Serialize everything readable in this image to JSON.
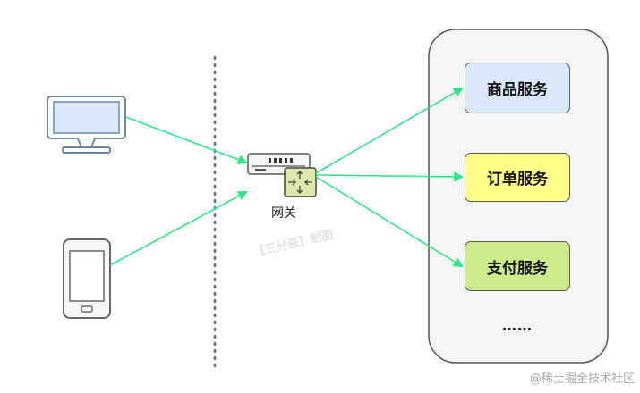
{
  "gateway": {
    "label": "网关"
  },
  "services": [
    {
      "label": "商品服务",
      "fill": "#dae8fc"
    },
    {
      "label": "订单服务",
      "fill": "#ffff88"
    },
    {
      "label": "支付服务",
      "fill": "#cdeb8b"
    }
  ],
  "more": "……",
  "watermark": "【三分恶】制图",
  "footer": "@稀土掘金技术社区",
  "colors": {
    "arrow": "#2ee88a",
    "divider": "#4f7f8a",
    "device_stroke": "#6a88a8",
    "device_fill": "#dae8fc",
    "phone_fill": "#f5f5f5",
    "container_fill": "#f5f5f5",
    "gateway_fill": "#dbe8a8"
  }
}
